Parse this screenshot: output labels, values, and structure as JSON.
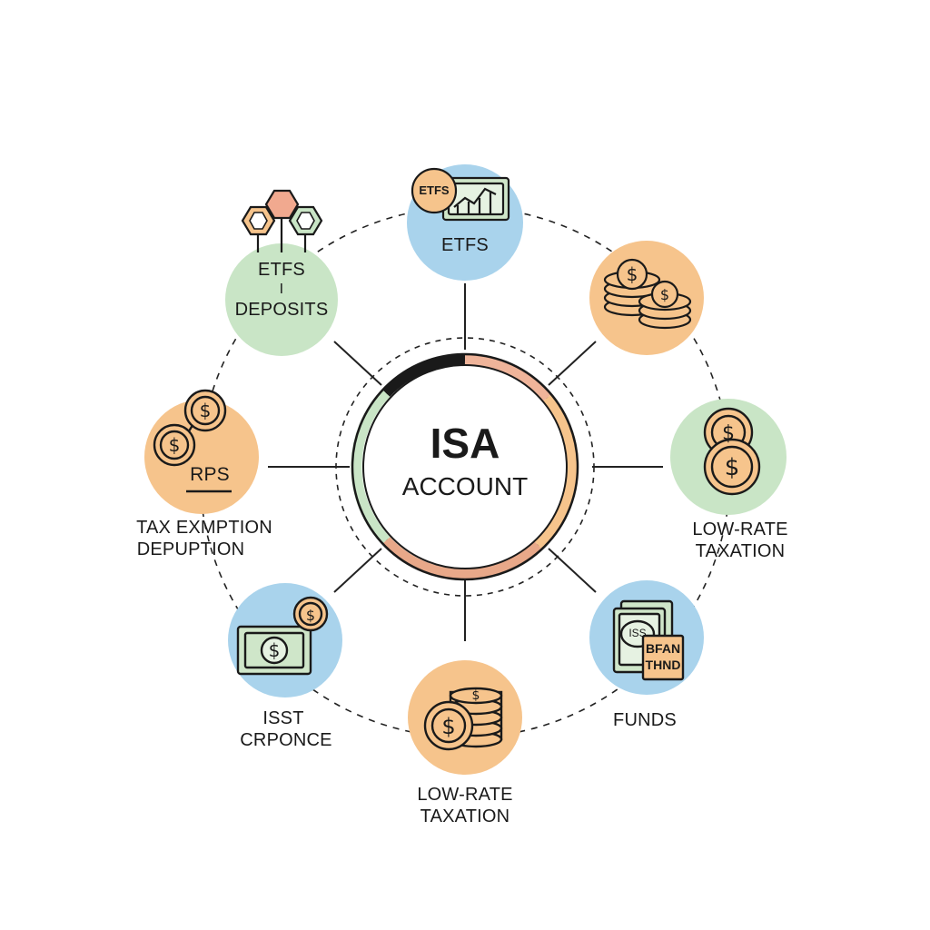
{
  "center": {
    "title": "ISA",
    "subtitle": "ACCOUNT"
  },
  "nodes": [
    {
      "id": "top",
      "lines": [
        "ETFS"
      ],
      "badge": "ETFS",
      "color": "#a9d3ec",
      "icon": "etf-chart-icon"
    },
    {
      "id": "top-left",
      "lines": [
        "ETFS",
        "I",
        "DEPOSITS"
      ],
      "color": "#c9e5c6",
      "icon": "hexagon-cluster-icon"
    },
    {
      "id": "top-right",
      "lines": [],
      "color": "#f6c48c",
      "icon": "coin-stack-icon"
    },
    {
      "id": "left",
      "lines": [
        "RPS"
      ],
      "caption": [
        "TAX EXMPTION",
        "DEPUPTION"
      ],
      "color": "#f6c48c",
      "icon": "linked-coins-icon"
    },
    {
      "id": "right",
      "lines": [],
      "caption": [
        "LOW-RATE",
        "TAXATION"
      ],
      "color": "#c9e5c6",
      "icon": "dollar-coins-icon"
    },
    {
      "id": "bottom-left",
      "lines": [],
      "caption": [
        "ISST",
        "CRPONCE"
      ],
      "color": "#a9d3ec",
      "icon": "banknote-icon"
    },
    {
      "id": "bottom",
      "lines": [],
      "caption": [
        "LOW-RATE",
        "TAXATION"
      ],
      "color": "#f6c48c",
      "icon": "coin-stack-dollar-icon"
    },
    {
      "id": "bottom-right",
      "lines": [],
      "caption": [
        "FUNDS"
      ],
      "badge": "ISS",
      "badge2": [
        "BFAN",
        "THND"
      ],
      "color": "#a9d3ec",
      "icon": "fund-notes-icon"
    }
  ]
}
